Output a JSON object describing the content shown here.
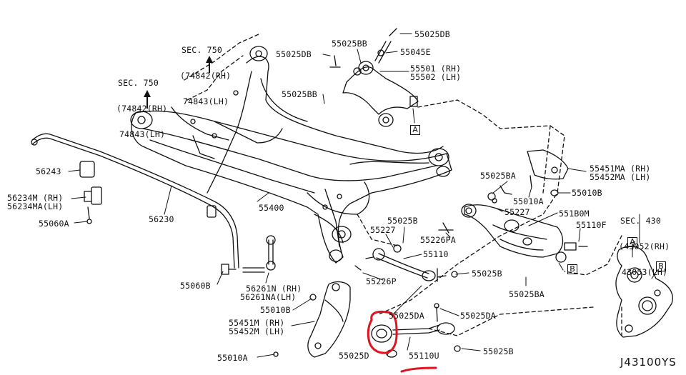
{
  "diagram_id": "J43100YS",
  "sec_refs": [
    {
      "sec": "SEC. 750",
      "rh": "(74842(RH)",
      "lh": "74843(LH)"
    },
    {
      "sec": "SEC. 750",
      "rh": "(74842(RH)",
      "lh": "74843(LH)"
    },
    {
      "sec": "SEC. 430",
      "rh": "(43052(RH)",
      "lh": "43053(LH)"
    }
  ],
  "labels": {
    "p55025DB_top": "55025DB",
    "p55025BB_top": "55025BB",
    "p55025DB_left": "55025DB",
    "p55045E": "55045E",
    "p55501": "55501 (RH)",
    "p55502": "55502 (LH)",
    "p55025BB_mid": "55025BB",
    "p55451MA": "55451MA (RH)",
    "p55452MA": "55452MA (LH)",
    "p55025BA_top": "55025BA",
    "p55010A_right": "55010A",
    "p55010B_right": "55010B",
    "p55227_right": "55227",
    "p551B0M": "551B0M",
    "p55110F": "55110F",
    "p56243": "56243",
    "p56234M": "56234M (RH)",
    "p56234MA": "56234MA(LH)",
    "p55060A": "55060A",
    "p56230": "56230",
    "p55400": "55400",
    "p55025B_mid": "55025B",
    "p55227_mid": "55227",
    "p55226PA": "55226PA",
    "p55110": "55110",
    "p55226P": "55226P",
    "p55025B_right": "55025B",
    "p55025BA_bot": "55025BA",
    "p55060B": "55060B",
    "p56261N": "56261N (RH)",
    "p56261NA": "56261NA(LH)",
    "p55010B_left": "55010B",
    "p55451M": "55451M (RH)",
    "p55452M": "55452M (LH)",
    "p55025DA_left": "55025DA",
    "p55025DA_right": "55025DA",
    "p55010A_left": "55010A",
    "p55025D": "55025D",
    "p55110U": "55110U",
    "p55025B_bot": "55025B"
  },
  "ref_boxes": {
    "a_top": "A",
    "a_right": "A",
    "b_mid": "B",
    "b_right": "B"
  },
  "highlight": {
    "color": "#e0141e"
  }
}
